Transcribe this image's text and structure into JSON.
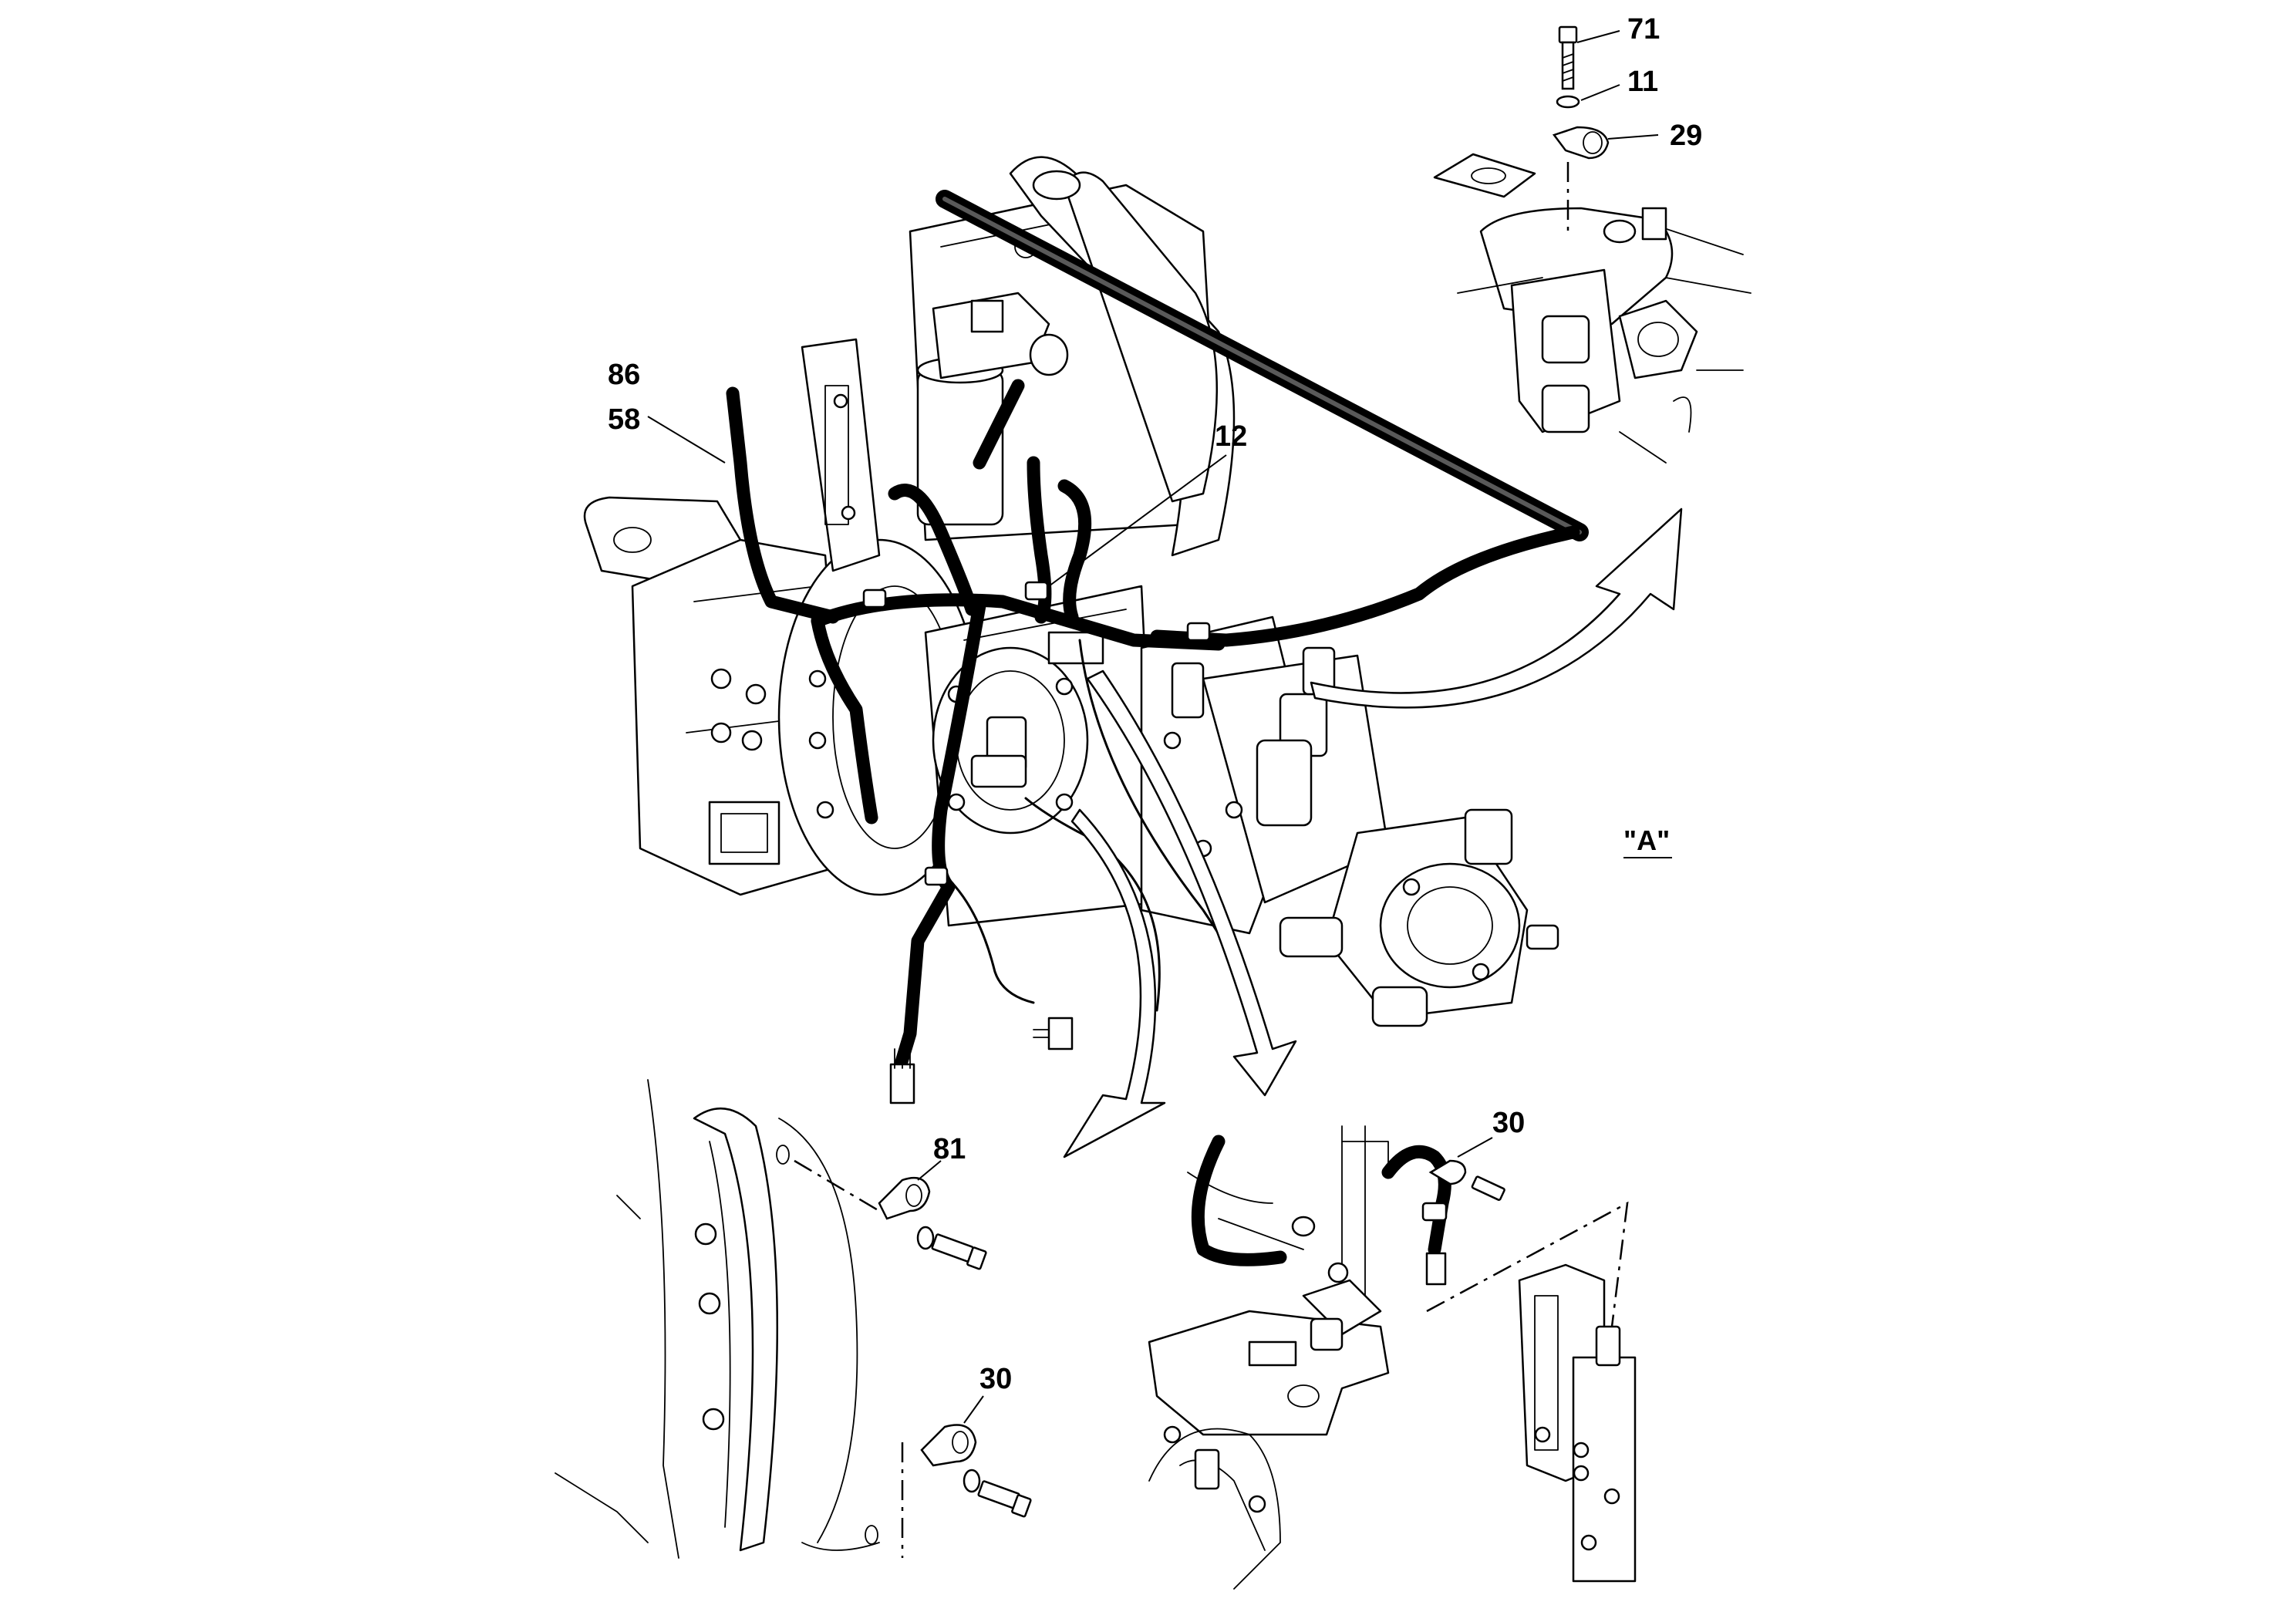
{
  "callouts": {
    "c71": "71",
    "c11": "11",
    "c29": "29",
    "c86": "86",
    "c58": "58",
    "c12": "12",
    "c81": "81",
    "c30_right": "30",
    "c30_left": "30"
  },
  "view_label": "\"A\""
}
